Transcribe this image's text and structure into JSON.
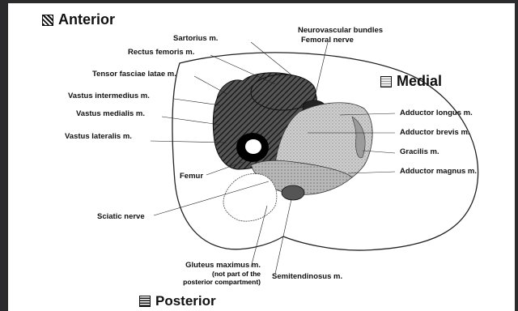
{
  "headings": {
    "anterior": "Anterior",
    "medial": "Medial",
    "posterior": "Posterior"
  },
  "labels": {
    "sartorius": "Sartorius m.",
    "rectus_femoris": "Rectus femoris m.",
    "tensor_fasciae_latae": "Tensor fasciae latae m.",
    "vastus_intermedius": "Vastus intermedius m.",
    "vastus_medialis": "Vastus medialis m.",
    "vastus_lateralis": "Vastus lateralis m.",
    "femur": "Femur",
    "sciatic_nerve": "Sciatic nerve",
    "neurovascular_bundles": "Neurovascular bundles",
    "femoral_nerve": "Femoral nerve",
    "adductor_longus": "Adductor longus m.",
    "adductor_brevis": "Adductor brevis m.",
    "gracilis": "Gracilis m.",
    "adductor_magnus": "Adductor magnus m.",
    "gluteus_maximus": "Gluteus maximus m.",
    "gluteus_note_1": "(not part of the",
    "gluteus_note_2": "posterior compartment)",
    "semitendinosus": "Semitendinosus m."
  },
  "icons": {
    "anterior": "dark-hatch-swatch-icon",
    "medial": "light-stipple-swatch-icon",
    "posterior": "striped-swatch-icon"
  }
}
